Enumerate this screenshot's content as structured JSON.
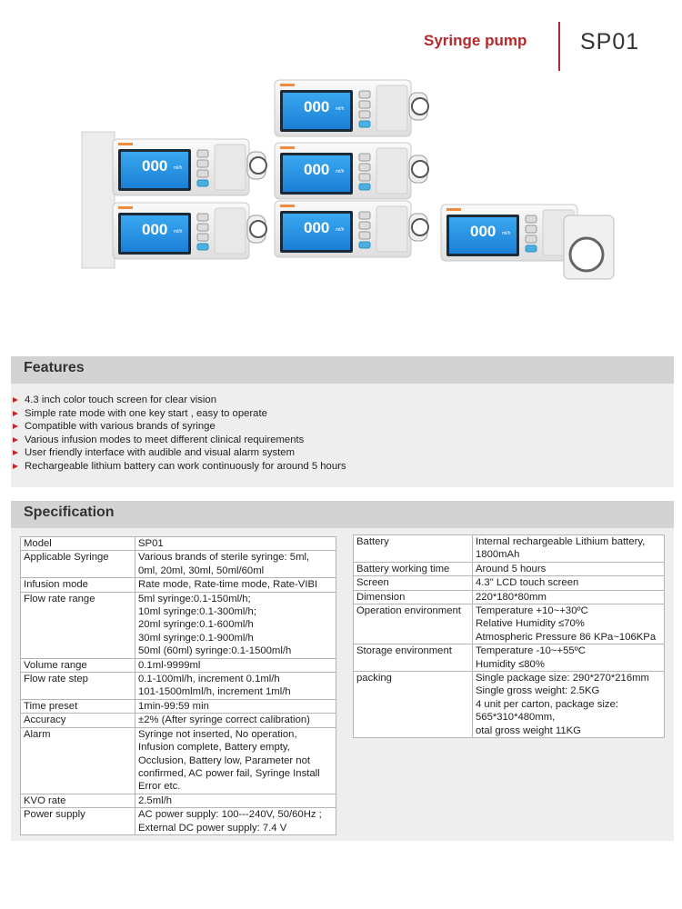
{
  "header": {
    "title": "Syringe pump",
    "model": "SP01"
  },
  "features": {
    "heading": "Features",
    "items": [
      "4.3 inch color touch screen for clear vision",
      "Simple rate mode with one key start , easy to operate",
      "Compatible with various brands of syringe",
      "Various infusion modes to meet different clinical requirements",
      "User friendly interface with audible and visual alarm system",
      "Rechargeable lithium battery can work continuously for around 5 hours"
    ]
  },
  "specification": {
    "heading": "Specification",
    "left": [
      {
        "label": "Model",
        "lines": [
          "SP01"
        ]
      },
      {
        "label": "Applicable Syringe",
        "lines": [
          "Various brands of sterile syringe: 5ml,",
          "0ml, 20ml, 30ml, 50ml/60ml"
        ]
      },
      {
        "label": "Infusion mode",
        "lines": [
          "Rate mode, Rate-time mode, Rate-VIBI"
        ]
      },
      {
        "label": "Flow rate range",
        "lines": [
          "5ml syringe:0.1-150ml/h;",
          "10ml syringe:0.1-300ml/h;",
          "20ml syringe:0.1-600ml/h",
          "30ml syringe:0.1-900ml/h",
          "50ml (60ml) syringe:0.1-1500ml/h"
        ]
      },
      {
        "label": "Volume range",
        "lines": [
          "0.1ml-9999ml"
        ]
      },
      {
        "label": "Flow rate step",
        "lines": [
          "0.1-100ml/h, increment 0.1ml/h",
          "101-1500mlml/h, increment 1ml/h"
        ]
      },
      {
        "label": "Time preset",
        "lines": [
          "1min-99:59 min"
        ]
      },
      {
        "label": "Accuracy",
        "lines": [
          "±2% (After syringe correct calibration)"
        ]
      },
      {
        "label": "Alarm",
        "lines": [
          " Syringe not inserted, No operation,",
          "Infusion complete, Battery empty,",
          "Occlusion, Battery low, Parameter not",
          "confirmed, AC power fail, Syringe Install",
          "Error etc."
        ]
      },
      {
        "label": "KVO rate",
        "lines": [
          "2.5ml/h"
        ]
      },
      {
        "label": "Power supply",
        "lines": [
          "AC power supply: 100---240V, 50/60Hz ;",
          " External DC power supply: 7.4 V"
        ]
      }
    ],
    "right": [
      {
        "label": "Battery",
        "lines": [
          "Internal rechargeable Lithium battery,",
          "1800mAh"
        ]
      },
      {
        "label": "Battery working time",
        "lines": [
          "Around 5 hours"
        ]
      },
      {
        "label": "Screen",
        "lines": [
          "4.3\" LCD touch screen"
        ]
      },
      {
        "label": "Dimension",
        "lines": [
          "220*180*80mm"
        ]
      },
      {
        "label": "Operation environment",
        "lines": [
          "Temperature +10~+30ºC",
          " Relative Humidity ≤70%",
          "Atmospheric Pressure 86 KPa~106KPa"
        ]
      },
      {
        "label": "Storage environment",
        "lines": [
          "Temperature -10~+55ºC",
          " Humidity   ≤80%"
        ]
      },
      {
        "label": "packing",
        "lines": [
          "Single package size: 290*270*216mm",
          "Single gross weight: 2.5KG",
          "4 unit per carton, package size:",
          "565*310*480mm,",
          "otal gross weight 11KG"
        ]
      }
    ]
  },
  "display": {
    "readout": "000",
    "unit": "ml/h"
  },
  "colors": {
    "brand_red": "#b5282c",
    "lcd_blue": "#1f8fe0",
    "body": "#f2f2f2",
    "accent_orange": "#f08a3c"
  }
}
